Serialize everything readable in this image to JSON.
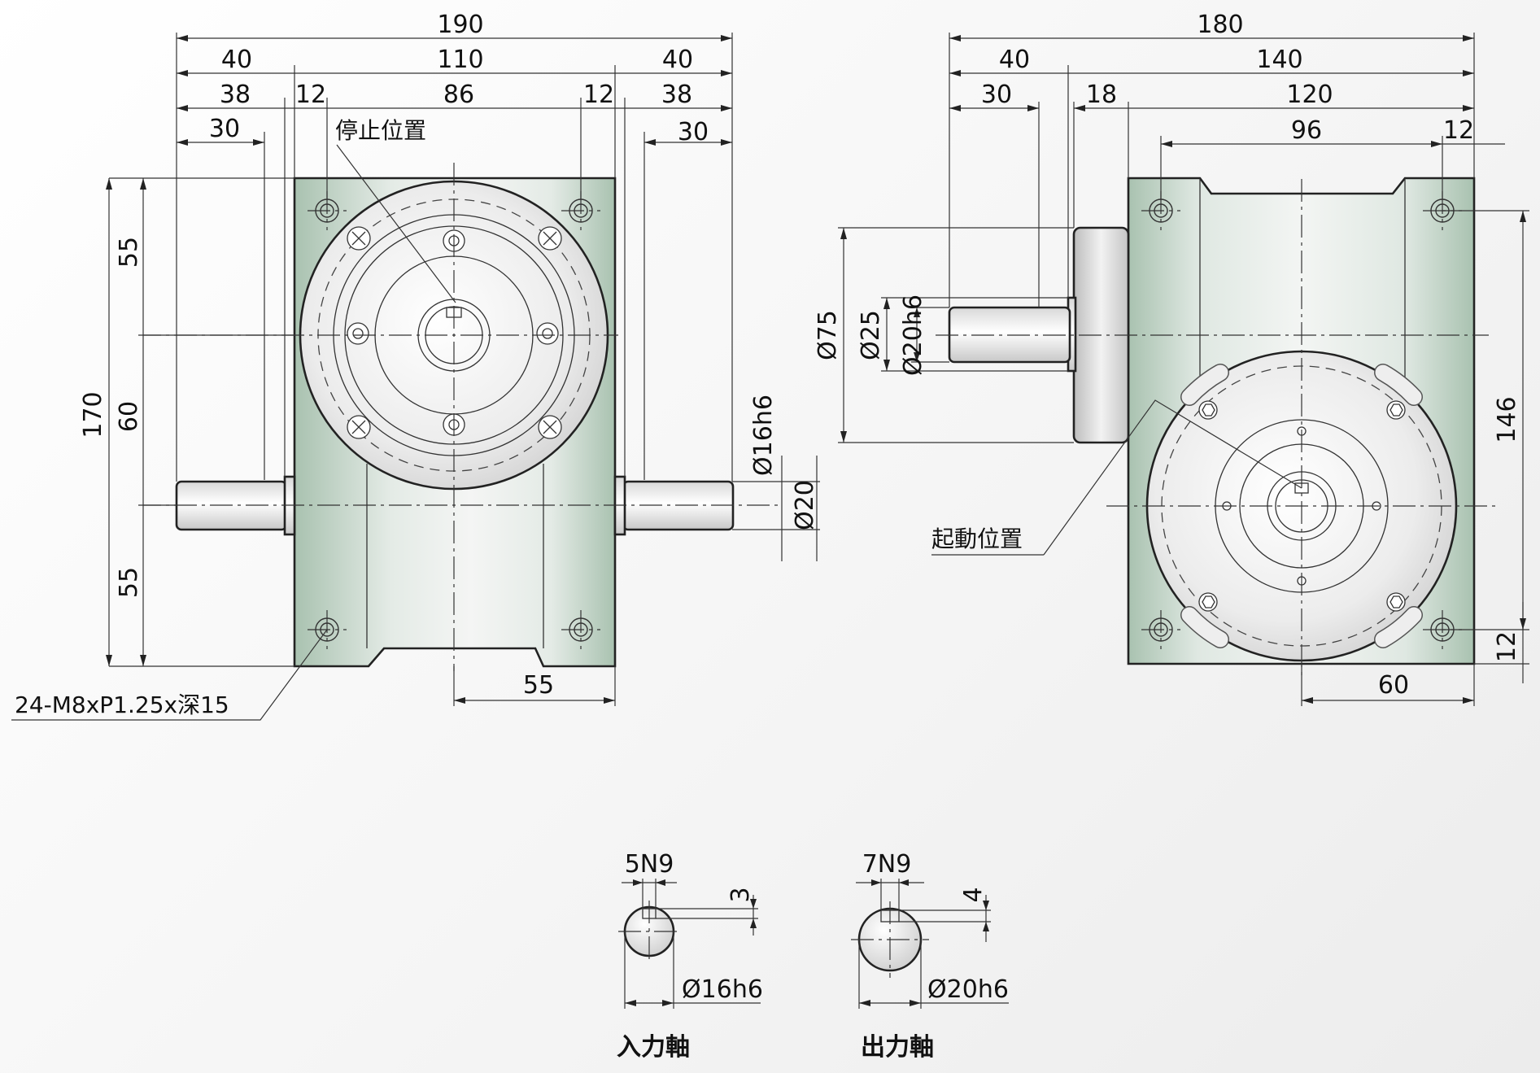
{
  "colors": {
    "housing_green": "#a9c2b0",
    "housing_light": "#f2f4f2",
    "disc": "#e6e6e6",
    "ink": "#111111"
  },
  "front_view": {
    "top_dims": {
      "overall": "190",
      "left_40": "40",
      "mid_110": "110",
      "right_40": "40",
      "left_38": "38",
      "left_12": "12",
      "mid_86": "86",
      "right_12": "12",
      "right_38": "38",
      "left_30": "30",
      "right_30": "30"
    },
    "side_dims": {
      "overall": "170",
      "upper_55": "55",
      "middle_60": "60",
      "lower_55": "55"
    },
    "shaft_dims": {
      "phi16h6": "Ø16h6",
      "phi20": "Ø20"
    },
    "bottom_dim": "55",
    "stop_position": "停止位置",
    "tap_note": "24-M8xP1.25x深15"
  },
  "side_view": {
    "top_dims": {
      "overall": "180",
      "left_40": "40",
      "right_140": "140",
      "left_30": "30",
      "mid_18": "18",
      "mid_120": "120",
      "mid_96": "96",
      "right_12": "12"
    },
    "left_dims": {
      "phi75": "Ø75",
      "phi25": "Ø25",
      "phi20h6": "Ø20h6"
    },
    "right_dims": {
      "h146": "146",
      "h12": "12"
    },
    "bottom_dim": "60",
    "start_position": "起動位置"
  },
  "sections": {
    "input": {
      "keyway": "5N9",
      "depth": "3",
      "diameter": "Ø16h6",
      "title": "入力軸"
    },
    "output": {
      "keyway": "7N9",
      "depth": "4",
      "diameter": "Ø20h6",
      "title": "出力軸"
    }
  }
}
